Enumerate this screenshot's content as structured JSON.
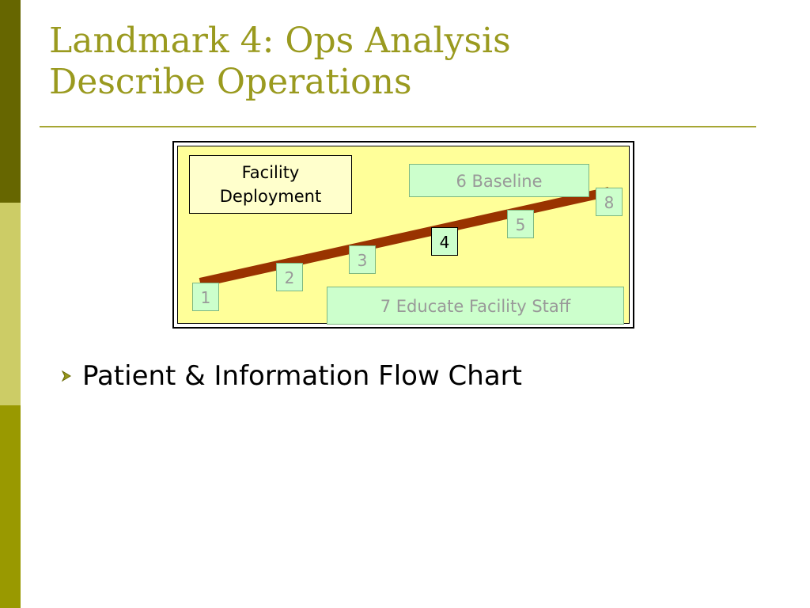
{
  "slide": {
    "title_line1": "Landmark 4: Ops Analysis",
    "title_line2": "Describe Operations"
  },
  "diagram": {
    "facility_deployment": "Facility\nDeployment",
    "baseline": "6 Baseline",
    "educate": "7 Educate Facility Staff",
    "steps": [
      "1",
      "2",
      "3",
      "4",
      "5",
      "8"
    ],
    "active_step": "4"
  },
  "bullets": [
    {
      "text": "Patient & Information Flow Chart"
    }
  ],
  "colors": {
    "title": "#9a9a1f",
    "stripe_dark": "#666600",
    "stripe_light": "#cccc66",
    "stripe_mid": "#999900",
    "diagram_bg": "#ffff99",
    "label_bg": "#ccffcc",
    "path": "#993300"
  },
  "icons": {
    "bullet": "arrow-bullet-icon"
  }
}
